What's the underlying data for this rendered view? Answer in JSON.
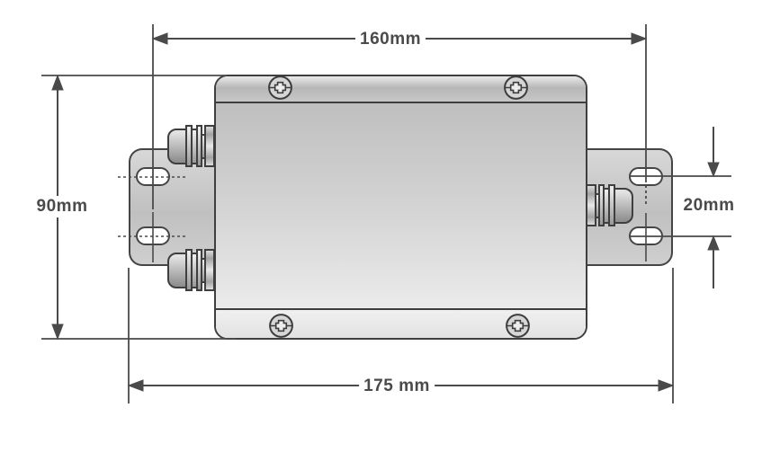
{
  "drawing": {
    "kind": "technical dimension drawing",
    "subject": "metal enclosure (top view) with two mounting flanges, slotted mounting holes, phillips lid screws and three cable glands",
    "line_color": "#4a4a4a",
    "units": "mm"
  },
  "labels": {
    "dim_top": "160mm",
    "dim_bottom": "175 mm",
    "dim_left": "90mm",
    "dim_right": "20mm"
  }
}
